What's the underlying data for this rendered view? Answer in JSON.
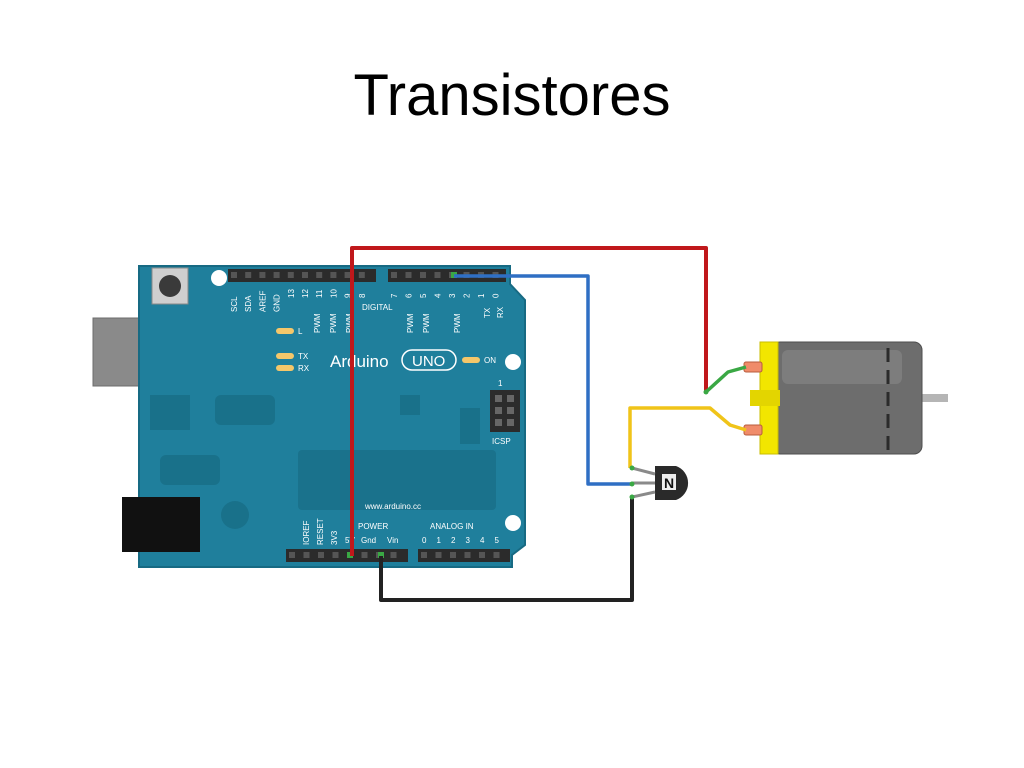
{
  "slide": {
    "title": "Transistores"
  },
  "board": {
    "digital_pin_labels": [
      "SCL",
      "SDA",
      "AREF",
      "GND",
      "13",
      "12",
      "11",
      "10",
      "9",
      "8",
      "7",
      "6",
      "5",
      "4",
      "3",
      "2",
      "1",
      "0"
    ],
    "digital_label": "DIGITAL",
    "pwm_label": "PWM",
    "tx_pin_label": "TX",
    "rx_pin_label": "RX",
    "led_l": "L",
    "led_tx": "TX",
    "led_rx": "RX",
    "logo_arduino": "Arduino",
    "logo_uno": "UNO",
    "on_label": "ON",
    "icsp_label": "ICSP",
    "icsp_pin1": "1",
    "website": "www.arduino.cc",
    "power_label": "POWER",
    "power_pins": [
      "IOREF",
      "RESET",
      "3V3",
      "5V",
      "Gnd",
      "Vin"
    ],
    "analog_label": "ANALOG IN",
    "analog_pins": [
      "0",
      "1",
      "2",
      "3",
      "4",
      "5"
    ]
  },
  "transistor": {
    "type_letter": "N"
  },
  "colors": {
    "board": "#1f7f9c",
    "board_dark": "#16677f",
    "wire_red": "#c0181b",
    "wire_blue": "#2f6fc4",
    "wire_black": "#222222",
    "wire_yellow": "#f0c419",
    "wire_green": "#3aa844",
    "motor_body": "#6d6d6d",
    "motor_cap": "#f2e600"
  }
}
